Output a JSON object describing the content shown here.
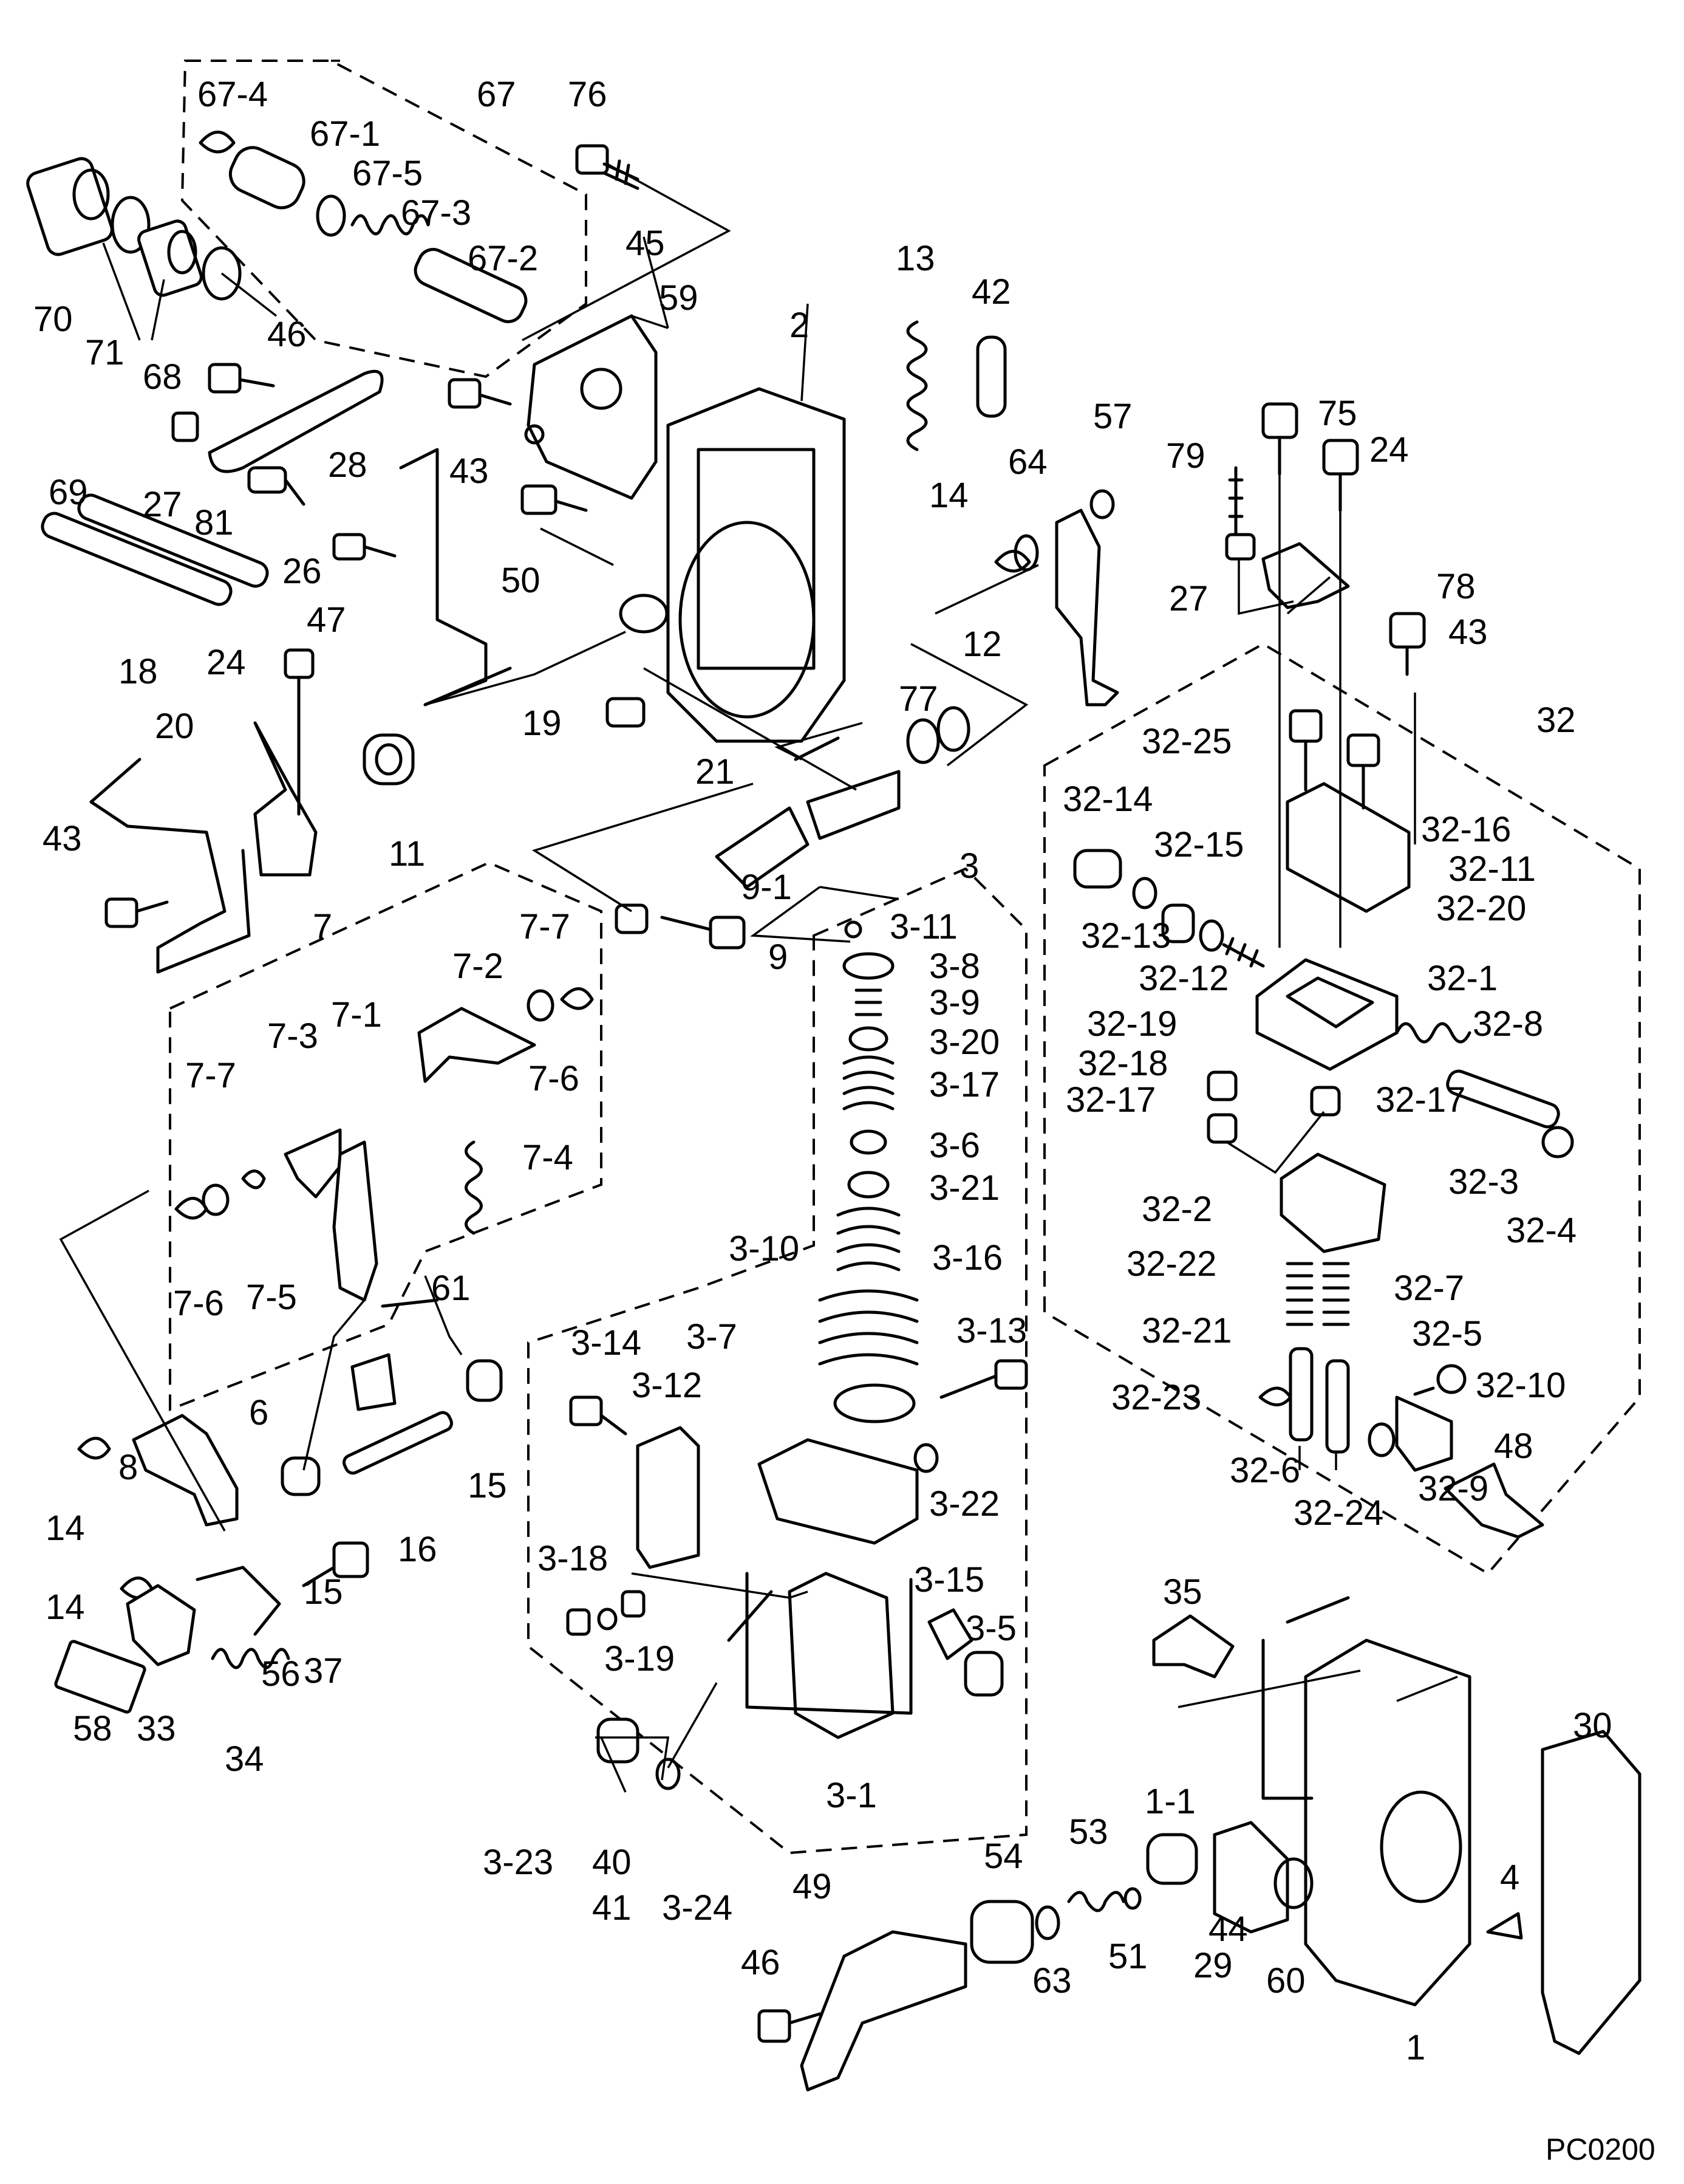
{
  "drawing_code": "PC0200",
  "groups": [
    "67",
    "7",
    "3",
    "32"
  ],
  "labels": [
    "67-4",
    "67-1",
    "67",
    "76",
    "67-5",
    "67-3",
    "67-2",
    "70",
    "71",
    "68",
    "46",
    "45",
    "59",
    "2",
    "13",
    "42",
    "27",
    "81",
    "26",
    "28",
    "43",
    "50",
    "47",
    "69",
    "24",
    "14",
    "64",
    "57",
    "12",
    "75",
    "24",
    "79",
    "27",
    "78",
    "43",
    "19",
    "11",
    "18",
    "20",
    "43",
    "77",
    "21",
    "9-1",
    "9",
    "32",
    "32-25",
    "32-16",
    "32-11",
    "32-20",
    "32-14",
    "32-15",
    "32-13",
    "32-12",
    "32-1",
    "32-19",
    "32-8",
    "32-18",
    "32-17",
    "32-17",
    "32-3",
    "32-4",
    "32-2",
    "32-22",
    "32-7",
    "32-21",
    "32-5",
    "32-23",
    "32-10",
    "32-6",
    "32-24",
    "32-9",
    "7",
    "7-7",
    "7-2",
    "7-6",
    "7-1",
    "7-3",
    "7-7",
    "7-4",
    "7-6",
    "7-5",
    "61",
    "6",
    "15",
    "15",
    "16",
    "8",
    "14",
    "14",
    "56",
    "37",
    "33",
    "34",
    "58",
    "3",
    "3-11",
    "3-8",
    "3-9",
    "3-20",
    "3-17",
    "3-6",
    "3-21",
    "3-16",
    "3-10",
    "3-7",
    "3-13",
    "3-14",
    "3-12",
    "3-22",
    "3-15",
    "3-18",
    "3-5",
    "3-19",
    "3-1",
    "3-23",
    "40",
    "41",
    "3-24",
    "35",
    "48",
    "30",
    "1-1",
    "53",
    "54",
    "4",
    "44",
    "29",
    "60",
    "51",
    "49",
    "46",
    "63",
    "1"
  ]
}
